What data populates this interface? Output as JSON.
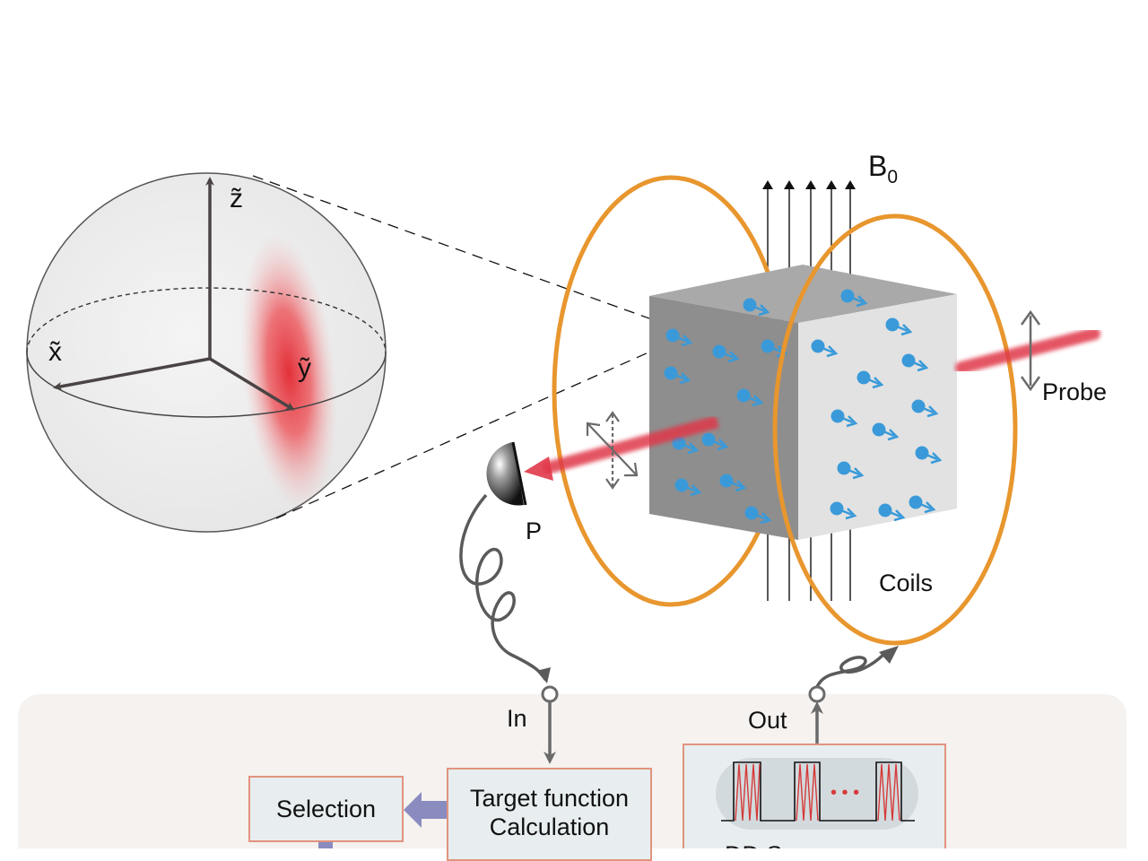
{
  "diagram": {
    "sphere_axes": {
      "z": "z̃",
      "x": "x̃",
      "y": "ỹ"
    },
    "field_label": "B",
    "field_subscript": "0",
    "probe_label": "Probe",
    "detector_label": "P",
    "coils_label": "Coils",
    "in_label": "In",
    "out_label": "Out",
    "selection_label": "Selection",
    "target_line1": "Target function",
    "target_line2": "Calculation",
    "pulse_dots": "• • •",
    "pulse_caption": "DD S"
  },
  "colors": {
    "coil": "#e8962e",
    "spin": "#3a9ad9",
    "beam": "#e0384a",
    "panel": "#f5f2ef",
    "box_border": "#e2937e",
    "box_fill": "#e8eef0",
    "arrow_purple": "#8a8cc0"
  }
}
